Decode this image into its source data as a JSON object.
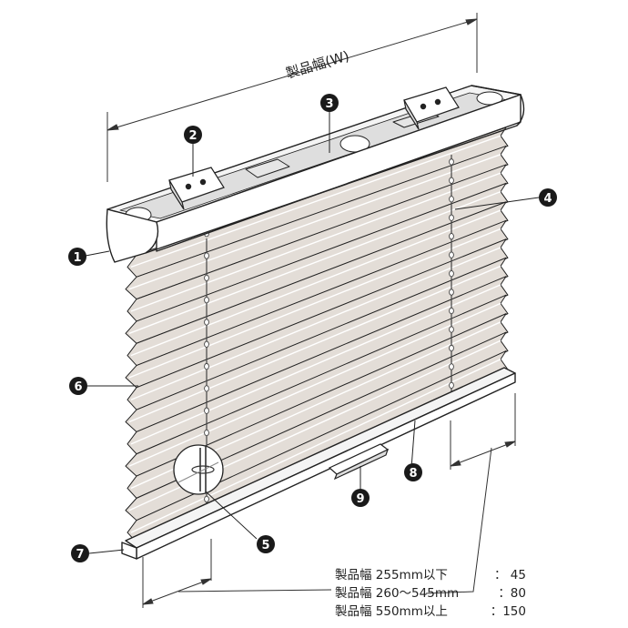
{
  "width_label": "製品幅(W)",
  "callouts": [
    {
      "number": "1"
    },
    {
      "number": "2"
    },
    {
      "number": "3"
    },
    {
      "number": "4"
    },
    {
      "number": "5"
    },
    {
      "number": "6"
    },
    {
      "number": "7"
    },
    {
      "number": "8"
    },
    {
      "number": "9"
    }
  ],
  "notes": [
    {
      "label": "製品幅 255mm以下",
      "value": "： 45"
    },
    {
      "label": "製品幅 260〜545mm",
      "value": "：80"
    },
    {
      "label": "製品幅 550mm以上",
      "value": "：150"
    }
  ],
  "colors": {
    "line": "#222222",
    "shade_fill": "#e3ddd7",
    "rail_fill": "#ffffff",
    "callout_fill": "#1a1a1a"
  }
}
